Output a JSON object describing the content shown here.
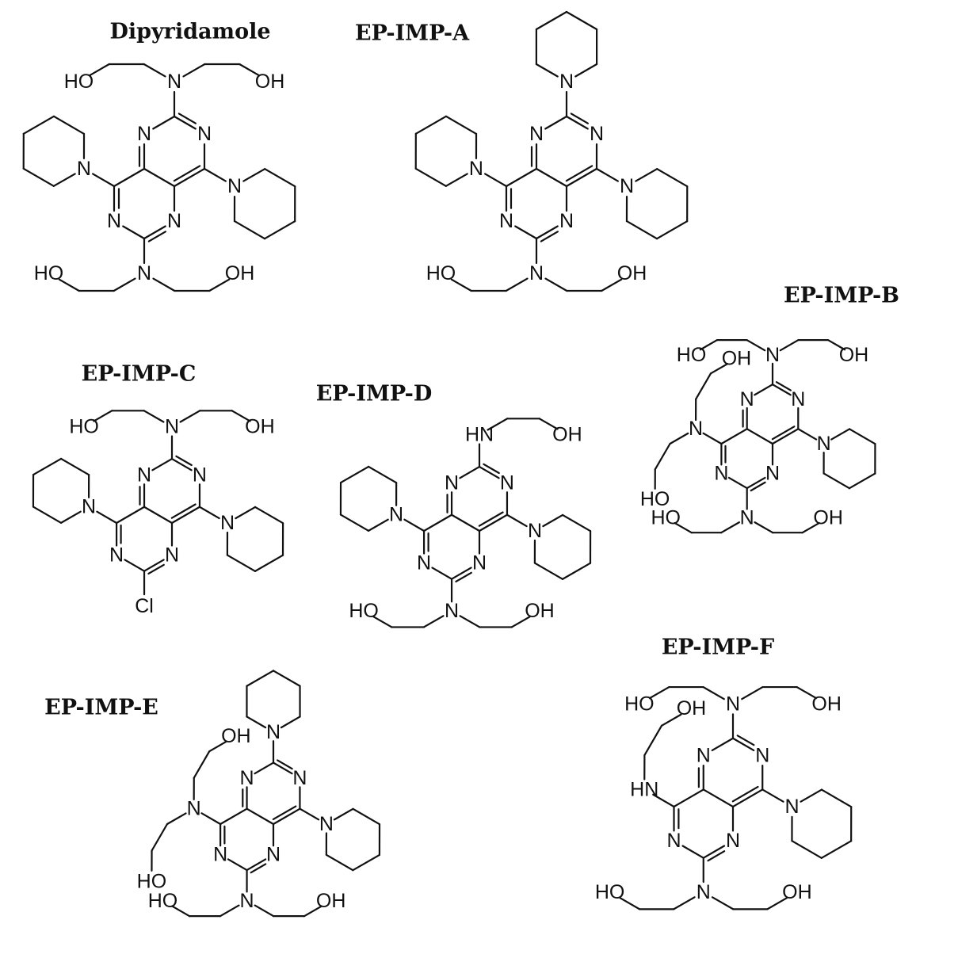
{
  "figure": {
    "molecules": [
      {
        "title": "Dipyridamole",
        "substituents": {
          "top": "DEA",
          "left": "PIP",
          "right": "PIP",
          "bottom": "DEA"
        }
      },
      {
        "title": "EP-IMP-A",
        "substituents": {
          "top": "PIP",
          "left": "PIP",
          "right": "PIP",
          "bottom": "DEA"
        }
      },
      {
        "title": "EP-IMP-B",
        "substituents": {
          "top": "DEA",
          "left": "DEA",
          "right": "PIP",
          "bottom": "DEA"
        }
      },
      {
        "title": "EP-IMP-C",
        "substituents": {
          "top": "DEA",
          "left": "PIP",
          "right": "PIP",
          "bottom": "Cl"
        }
      },
      {
        "title": "EP-IMP-D",
        "substituents": {
          "top": "MEA",
          "left": "PIP",
          "right": "PIP",
          "bottom": "DEA"
        }
      },
      {
        "title": "EP-IMP-E",
        "substituents": {
          "top": "PIP",
          "left": "DEA",
          "right": "PIP",
          "bottom": "DEA"
        }
      },
      {
        "title": "EP-IMP-F",
        "substituents": {
          "top": "DEA",
          "left": "MEA",
          "right": "PIP",
          "bottom": "DEA"
        }
      }
    ],
    "atom_labels": {
      "N": "N",
      "HO": "HO",
      "OH": "OH",
      "Cl": "Cl",
      "HN": "HN",
      "H": "H"
    }
  }
}
